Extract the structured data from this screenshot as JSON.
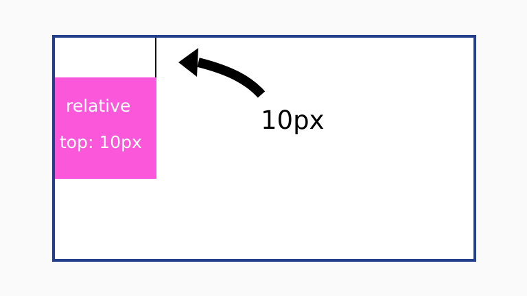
{
  "diagram": {
    "box_lines": [
      "relative",
      "top: 10px"
    ],
    "offset_label": "10px"
  },
  "colors": {
    "container_border": "#233f8a",
    "box_fill": "#fb57da",
    "arrow": "#000000"
  },
  "icons": {
    "arrow": "curved-arrow-left-icon"
  }
}
